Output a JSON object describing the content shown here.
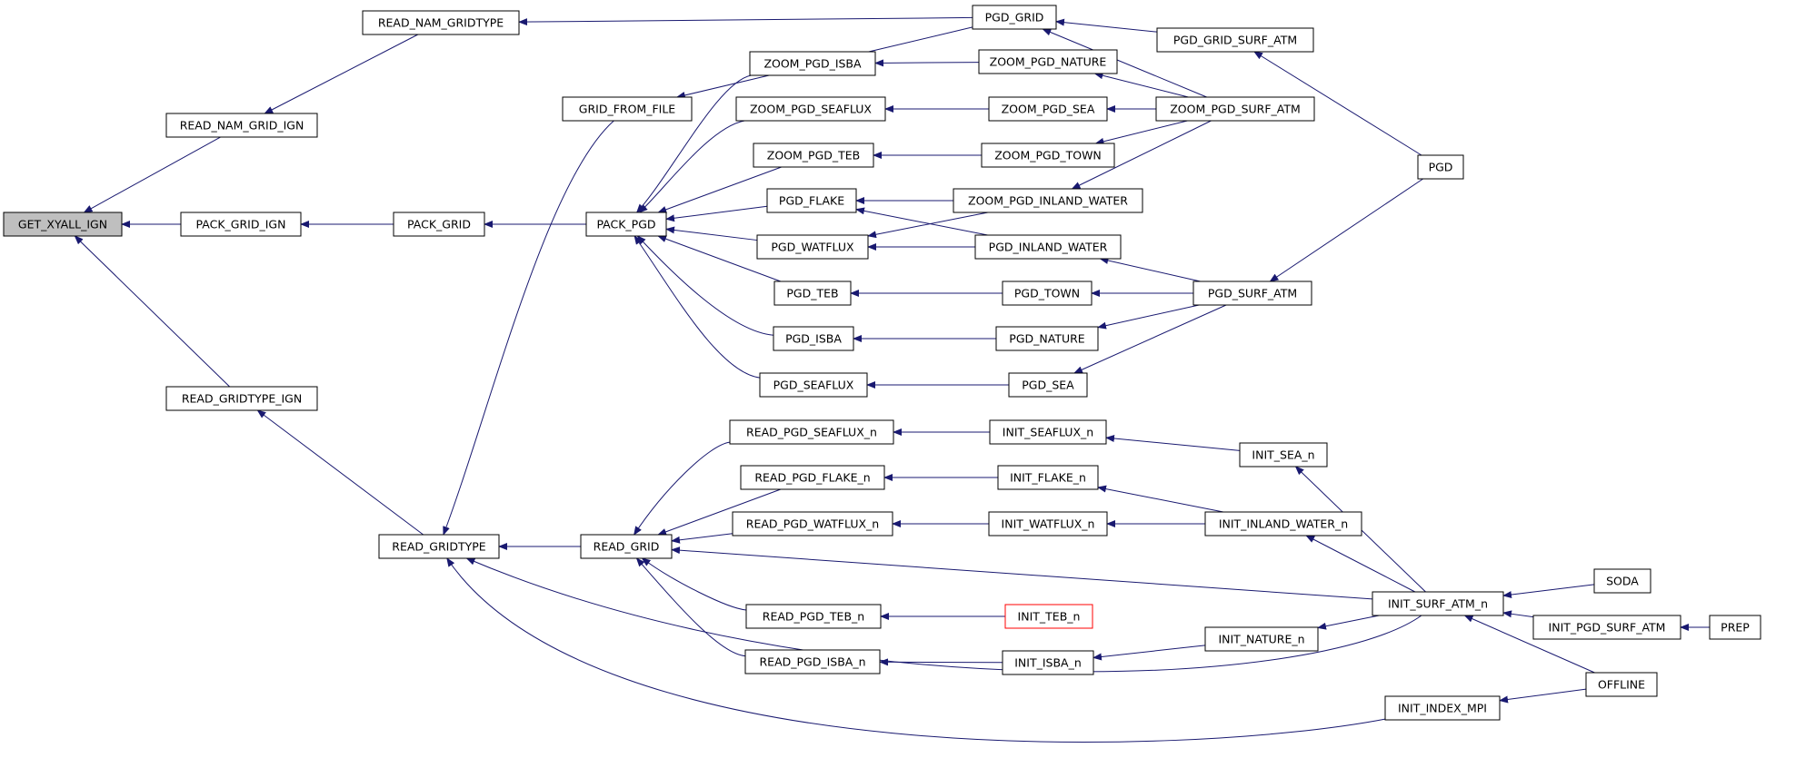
{
  "colors": {
    "edge": "#191970",
    "node_border": "#000000",
    "node_fill": "#ffffff",
    "root_fill": "#bfbfbf",
    "highlight_border": "#ff0000"
  },
  "graph": {
    "root": "GET_XYALL_IGN",
    "nodes": [
      {
        "id": "GET_XYALL_IGN",
        "label": "GET_XYALL_IGN"
      },
      {
        "id": "READ_NAM_GRIDTYPE",
        "label": "READ_NAM_GRIDTYPE"
      },
      {
        "id": "READ_NAM_GRID_IGN",
        "label": "READ_NAM_GRID_IGN"
      },
      {
        "id": "PACK_GRID_IGN",
        "label": "PACK_GRID_IGN"
      },
      {
        "id": "READ_GRIDTYPE_IGN",
        "label": "READ_GRIDTYPE_IGN"
      },
      {
        "id": "PACK_GRID",
        "label": "PACK_GRID"
      },
      {
        "id": "READ_GRIDTYPE",
        "label": "READ_GRIDTYPE"
      },
      {
        "id": "GRID_FROM_FILE",
        "label": "GRID_FROM_FILE"
      },
      {
        "id": "PACK_PGD",
        "label": "PACK_PGD"
      },
      {
        "id": "READ_GRID",
        "label": "READ_GRID"
      },
      {
        "id": "PGD_GRID",
        "label": "PGD_GRID"
      },
      {
        "id": "ZOOM_PGD_ISBA",
        "label": "ZOOM_PGD_ISBA"
      },
      {
        "id": "ZOOM_PGD_SEAFLUX",
        "label": "ZOOM_PGD_SEAFLUX"
      },
      {
        "id": "ZOOM_PGD_TEB",
        "label": "ZOOM_PGD_TEB"
      },
      {
        "id": "PGD_FLAKE",
        "label": "PGD_FLAKE"
      },
      {
        "id": "PGD_WATFLUX",
        "label": "PGD_WATFLUX"
      },
      {
        "id": "PGD_TEB",
        "label": "PGD_TEB"
      },
      {
        "id": "PGD_ISBA",
        "label": "PGD_ISBA"
      },
      {
        "id": "PGD_SEAFLUX",
        "label": "PGD_SEAFLUX"
      },
      {
        "id": "READ_PGD_SEAFLUX_n",
        "label": "READ_PGD_SEAFLUX_n"
      },
      {
        "id": "READ_PGD_FLAKE_n",
        "label": "READ_PGD_FLAKE_n"
      },
      {
        "id": "READ_PGD_WATFLUX_n",
        "label": "READ_PGD_WATFLUX_n"
      },
      {
        "id": "READ_PGD_TEB_n",
        "label": "READ_PGD_TEB_n"
      },
      {
        "id": "READ_PGD_ISBA_n",
        "label": "READ_PGD_ISBA_n"
      },
      {
        "id": "ZOOM_PGD_NATURE",
        "label": "ZOOM_PGD_NATURE"
      },
      {
        "id": "ZOOM_PGD_SEA",
        "label": "ZOOM_PGD_SEA"
      },
      {
        "id": "ZOOM_PGD_TOWN",
        "label": "ZOOM_PGD_TOWN"
      },
      {
        "id": "ZOOM_PGD_INLAND_WATER",
        "label": "ZOOM_PGD_INLAND_WATER"
      },
      {
        "id": "PGD_INLAND_WATER",
        "label": "PGD_INLAND_WATER"
      },
      {
        "id": "PGD_TOWN",
        "label": "PGD_TOWN"
      },
      {
        "id": "PGD_NATURE",
        "label": "PGD_NATURE"
      },
      {
        "id": "PGD_SEA",
        "label": "PGD_SEA"
      },
      {
        "id": "INIT_SEAFLUX_n",
        "label": "INIT_SEAFLUX_n"
      },
      {
        "id": "INIT_FLAKE_n",
        "label": "INIT_FLAKE_n"
      },
      {
        "id": "INIT_WATFLUX_n",
        "label": "INIT_WATFLUX_n"
      },
      {
        "id": "INIT_TEB_n",
        "label": "INIT_TEB_n",
        "highlight": true
      },
      {
        "id": "INIT_ISBA_n",
        "label": "INIT_ISBA_n"
      },
      {
        "id": "PGD_GRID_SURF_ATM",
        "label": "PGD_GRID_SURF_ATM"
      },
      {
        "id": "ZOOM_PGD_SURF_ATM",
        "label": "ZOOM_PGD_SURF_ATM"
      },
      {
        "id": "PGD_SURF_ATM",
        "label": "PGD_SURF_ATM"
      },
      {
        "id": "INIT_SEA_n",
        "label": "INIT_SEA_n"
      },
      {
        "id": "INIT_INLAND_WATER_n",
        "label": "INIT_INLAND_WATER_n"
      },
      {
        "id": "INIT_NATURE_n",
        "label": "INIT_NATURE_n"
      },
      {
        "id": "INIT_INDEX_MPI",
        "label": "INIT_INDEX_MPI"
      },
      {
        "id": "PGD",
        "label": "PGD"
      },
      {
        "id": "INIT_SURF_ATM_n",
        "label": "INIT_SURF_ATM_n"
      },
      {
        "id": "SODA",
        "label": "SODA"
      },
      {
        "id": "INIT_PGD_SURF_ATM",
        "label": "INIT_PGD_SURF_ATM"
      },
      {
        "id": "OFFLINE",
        "label": "OFFLINE"
      },
      {
        "id": "PREP",
        "label": "PREP"
      }
    ],
    "edges": [
      {
        "from": "READ_NAM_GRID_IGN",
        "to": "GET_XYALL_IGN"
      },
      {
        "from": "PACK_GRID_IGN",
        "to": "GET_XYALL_IGN"
      },
      {
        "from": "READ_GRIDTYPE_IGN",
        "to": "GET_XYALL_IGN"
      },
      {
        "from": "READ_NAM_GRIDTYPE",
        "to": "READ_NAM_GRID_IGN"
      },
      {
        "from": "PGD_GRID",
        "to": "READ_NAM_GRIDTYPE"
      },
      {
        "from": "PACK_GRID",
        "to": "PACK_GRID_IGN"
      },
      {
        "from": "PACK_PGD",
        "to": "PACK_GRID"
      },
      {
        "from": "READ_GRIDTYPE",
        "to": "READ_GRIDTYPE_IGN"
      },
      {
        "from": "READ_GRID",
        "to": "READ_GRIDTYPE"
      },
      {
        "from": "GRID_FROM_FILE",
        "to": "READ_GRIDTYPE"
      },
      {
        "from": "INIT_SURF_ATM_n",
        "to": "READ_GRIDTYPE"
      },
      {
        "from": "INIT_INDEX_MPI",
        "to": "READ_GRIDTYPE"
      },
      {
        "from": "PGD_GRID",
        "to": "GRID_FROM_FILE"
      },
      {
        "from": "ZOOM_PGD_ISBA",
        "to": "PACK_PGD"
      },
      {
        "from": "ZOOM_PGD_SEAFLUX",
        "to": "PACK_PGD"
      },
      {
        "from": "ZOOM_PGD_TEB",
        "to": "PACK_PGD"
      },
      {
        "from": "PGD_FLAKE",
        "to": "PACK_PGD"
      },
      {
        "from": "PGD_WATFLUX",
        "to": "PACK_PGD"
      },
      {
        "from": "PGD_TEB",
        "to": "PACK_PGD"
      },
      {
        "from": "PGD_ISBA",
        "to": "PACK_PGD"
      },
      {
        "from": "PGD_SEAFLUX",
        "to": "PACK_PGD"
      },
      {
        "from": "READ_PGD_SEAFLUX_n",
        "to": "READ_GRID"
      },
      {
        "from": "READ_PGD_FLAKE_n",
        "to": "READ_GRID"
      },
      {
        "from": "READ_PGD_WATFLUX_n",
        "to": "READ_GRID"
      },
      {
        "from": "READ_PGD_TEB_n",
        "to": "READ_GRID"
      },
      {
        "from": "READ_PGD_ISBA_n",
        "to": "READ_GRID"
      },
      {
        "from": "INIT_SURF_ATM_n",
        "to": "READ_GRID"
      },
      {
        "from": "PGD_GRID_SURF_ATM",
        "to": "PGD_GRID"
      },
      {
        "from": "ZOOM_PGD_SURF_ATM",
        "to": "PGD_GRID"
      },
      {
        "from": "ZOOM_PGD_NATURE",
        "to": "ZOOM_PGD_ISBA"
      },
      {
        "from": "ZOOM_PGD_SEA",
        "to": "ZOOM_PGD_SEAFLUX"
      },
      {
        "from": "ZOOM_PGD_TOWN",
        "to": "ZOOM_PGD_TEB"
      },
      {
        "from": "ZOOM_PGD_INLAND_WATER",
        "to": "PGD_FLAKE"
      },
      {
        "from": "PGD_INLAND_WATER",
        "to": "PGD_FLAKE"
      },
      {
        "from": "ZOOM_PGD_INLAND_WATER",
        "to": "PGD_WATFLUX"
      },
      {
        "from": "PGD_INLAND_WATER",
        "to": "PGD_WATFLUX"
      },
      {
        "from": "PGD_TOWN",
        "to": "PGD_TEB"
      },
      {
        "from": "PGD_NATURE",
        "to": "PGD_ISBA"
      },
      {
        "from": "PGD_SEA",
        "to": "PGD_SEAFLUX"
      },
      {
        "from": "INIT_SEAFLUX_n",
        "to": "READ_PGD_SEAFLUX_n"
      },
      {
        "from": "INIT_FLAKE_n",
        "to": "READ_PGD_FLAKE_n"
      },
      {
        "from": "INIT_WATFLUX_n",
        "to": "READ_PGD_WATFLUX_n"
      },
      {
        "from": "INIT_TEB_n",
        "to": "READ_PGD_TEB_n"
      },
      {
        "from": "INIT_ISBA_n",
        "to": "READ_PGD_ISBA_n"
      },
      {
        "from": "ZOOM_PGD_SURF_ATM",
        "to": "ZOOM_PGD_NATURE"
      },
      {
        "from": "ZOOM_PGD_SURF_ATM",
        "to": "ZOOM_PGD_SEA"
      },
      {
        "from": "ZOOM_PGD_SURF_ATM",
        "to": "ZOOM_PGD_TOWN"
      },
      {
        "from": "ZOOM_PGD_SURF_ATM",
        "to": "ZOOM_PGD_INLAND_WATER"
      },
      {
        "from": "PGD_SURF_ATM",
        "to": "PGD_INLAND_WATER"
      },
      {
        "from": "PGD_SURF_ATM",
        "to": "PGD_TOWN"
      },
      {
        "from": "PGD_SURF_ATM",
        "to": "PGD_NATURE"
      },
      {
        "from": "PGD_SURF_ATM",
        "to": "PGD_SEA"
      },
      {
        "from": "INIT_SEA_n",
        "to": "INIT_SEAFLUX_n"
      },
      {
        "from": "INIT_INLAND_WATER_n",
        "to": "INIT_FLAKE_n"
      },
      {
        "from": "INIT_INLAND_WATER_n",
        "to": "INIT_WATFLUX_n"
      },
      {
        "from": "INIT_NATURE_n",
        "to": "INIT_ISBA_n"
      },
      {
        "from": "PGD",
        "to": "PGD_GRID_SURF_ATM"
      },
      {
        "from": "PGD",
        "to": "PGD_SURF_ATM"
      },
      {
        "from": "INIT_SURF_ATM_n",
        "to": "INIT_SEA_n"
      },
      {
        "from": "INIT_SURF_ATM_n",
        "to": "INIT_INLAND_WATER_n"
      },
      {
        "from": "INIT_SURF_ATM_n",
        "to": "INIT_NATURE_n"
      },
      {
        "from": "SODA",
        "to": "INIT_SURF_ATM_n"
      },
      {
        "from": "INIT_PGD_SURF_ATM",
        "to": "INIT_SURF_ATM_n"
      },
      {
        "from": "OFFLINE",
        "to": "INIT_SURF_ATM_n"
      },
      {
        "from": "OFFLINE",
        "to": "INIT_INDEX_MPI"
      },
      {
        "from": "PREP",
        "to": "INIT_PGD_SURF_ATM"
      }
    ]
  }
}
